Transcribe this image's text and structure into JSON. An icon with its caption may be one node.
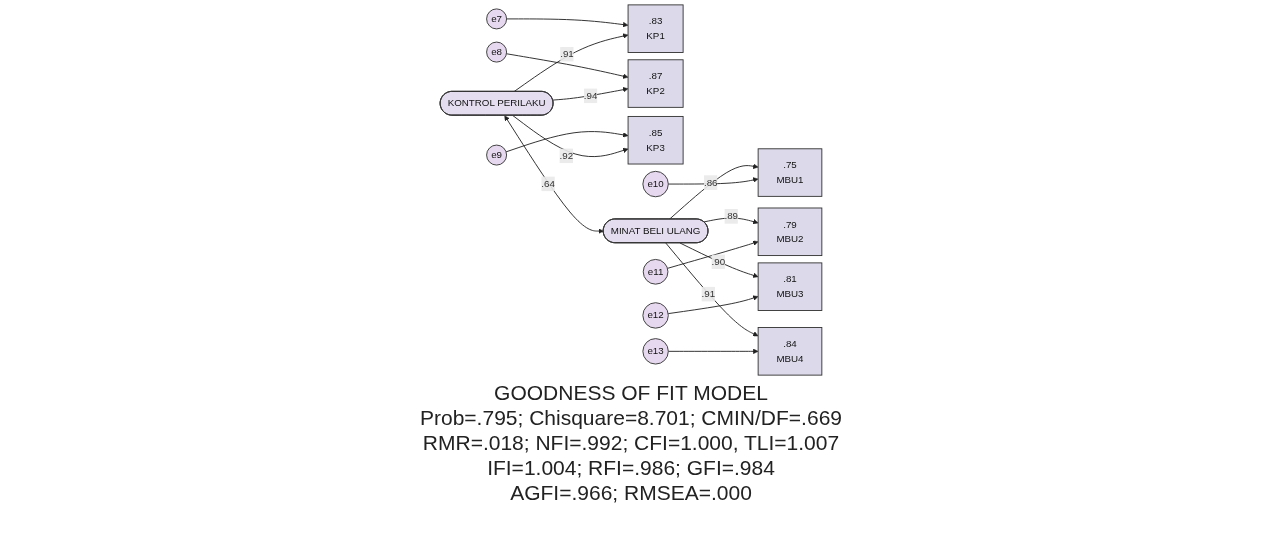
{
  "diagram": {
    "title": "GOODNESS OF FIT MODEL",
    "nodes": [
      {
        "text": [
          "e7"
        ]
      },
      {
        "text": [
          "e8"
        ]
      },
      {
        "text": [
          "e9"
        ]
      },
      {
        "text": [
          ".83",
          "KP1"
        ]
      },
      {
        "text": [
          ".87",
          "KP2"
        ]
      },
      {
        "text": [
          ".85",
          "KP3"
        ]
      },
      {
        "text": [
          "KONTROL PERILAKU"
        ]
      },
      {
        "text": [
          "MINAT BELI ULANG"
        ]
      },
      {
        "text": [
          ".75",
          "MBU1"
        ]
      },
      {
        "text": [
          ".79",
          "MBU2"
        ]
      },
      {
        "text": [
          ".81",
          "MBU3"
        ]
      },
      {
        "text": [
          ".84",
          "MBU4"
        ]
      },
      {
        "text": [
          "e10"
        ]
      },
      {
        "text": [
          "e11"
        ]
      },
      {
        "text": [
          "e12"
        ]
      },
      {
        "text": [
          "e13"
        ]
      }
    ],
    "edges": [
      {
        "from": 0,
        "to": 3,
        "arrow": "to"
      },
      {
        "from": 1,
        "to": 4,
        "arrow": "to"
      },
      {
        "from": 2,
        "to": 5,
        "arrow": "to"
      },
      {
        "from": 6,
        "to": 3,
        "arrow": "to",
        "label": ".91"
      },
      {
        "from": 6,
        "to": 4,
        "arrow": "to",
        "label": ".94"
      },
      {
        "from": 6,
        "to": 5,
        "arrow": "to",
        "label": ".92"
      },
      {
        "from": 6,
        "to": 7,
        "arrow": "both",
        "label": ".64"
      },
      {
        "from": 7,
        "to": 8,
        "arrow": "to",
        "label": ".86"
      },
      {
        "from": 7,
        "to": 9,
        "arrow": "to",
        "label": ".89"
      },
      {
        "from": 7,
        "to": 10,
        "arrow": "to",
        "label": ".90"
      },
      {
        "from": 7,
        "to": 11,
        "arrow": "to",
        "label": ".91"
      },
      {
        "from": 12,
        "to": 8,
        "arrow": "to"
      },
      {
        "from": 13,
        "to": 9,
        "arrow": "to"
      },
      {
        "from": 14,
        "to": 10,
        "arrow": "to"
      },
      {
        "from": 15,
        "to": 11,
        "arrow": "to"
      }
    ],
    "labels": [
      "Prob=.795; Chisquare=8.701; CMIN/DF=.669",
      "RMR=.018; NFI=.992; CFI=1.000, TLI=1.007",
      "IFI=1.004; RFI=.986; GFI=.984",
      "AGFI=.966; RMSEA=.000"
    ]
  }
}
